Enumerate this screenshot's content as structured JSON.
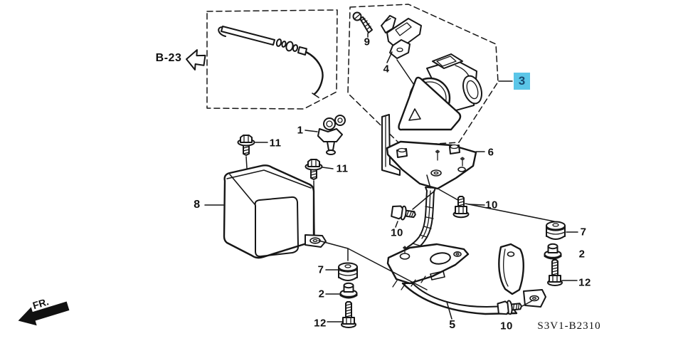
{
  "diagram": {
    "code": "S3V1-B2310",
    "reference": {
      "label": "B-23"
    },
    "orientation": {
      "label": "FR."
    },
    "highlighted_part": {
      "number": "3",
      "badge_bg": "#5bc6e8",
      "badge_text_color": "#17496f"
    },
    "callouts": {
      "p1": "1",
      "p2": "2",
      "p3": "3",
      "p4": "4",
      "p5": "5",
      "p6": "6",
      "p7": "7",
      "p8": "8",
      "p9": "9",
      "p10": "10",
      "p11": "11",
      "p12": "12"
    }
  }
}
